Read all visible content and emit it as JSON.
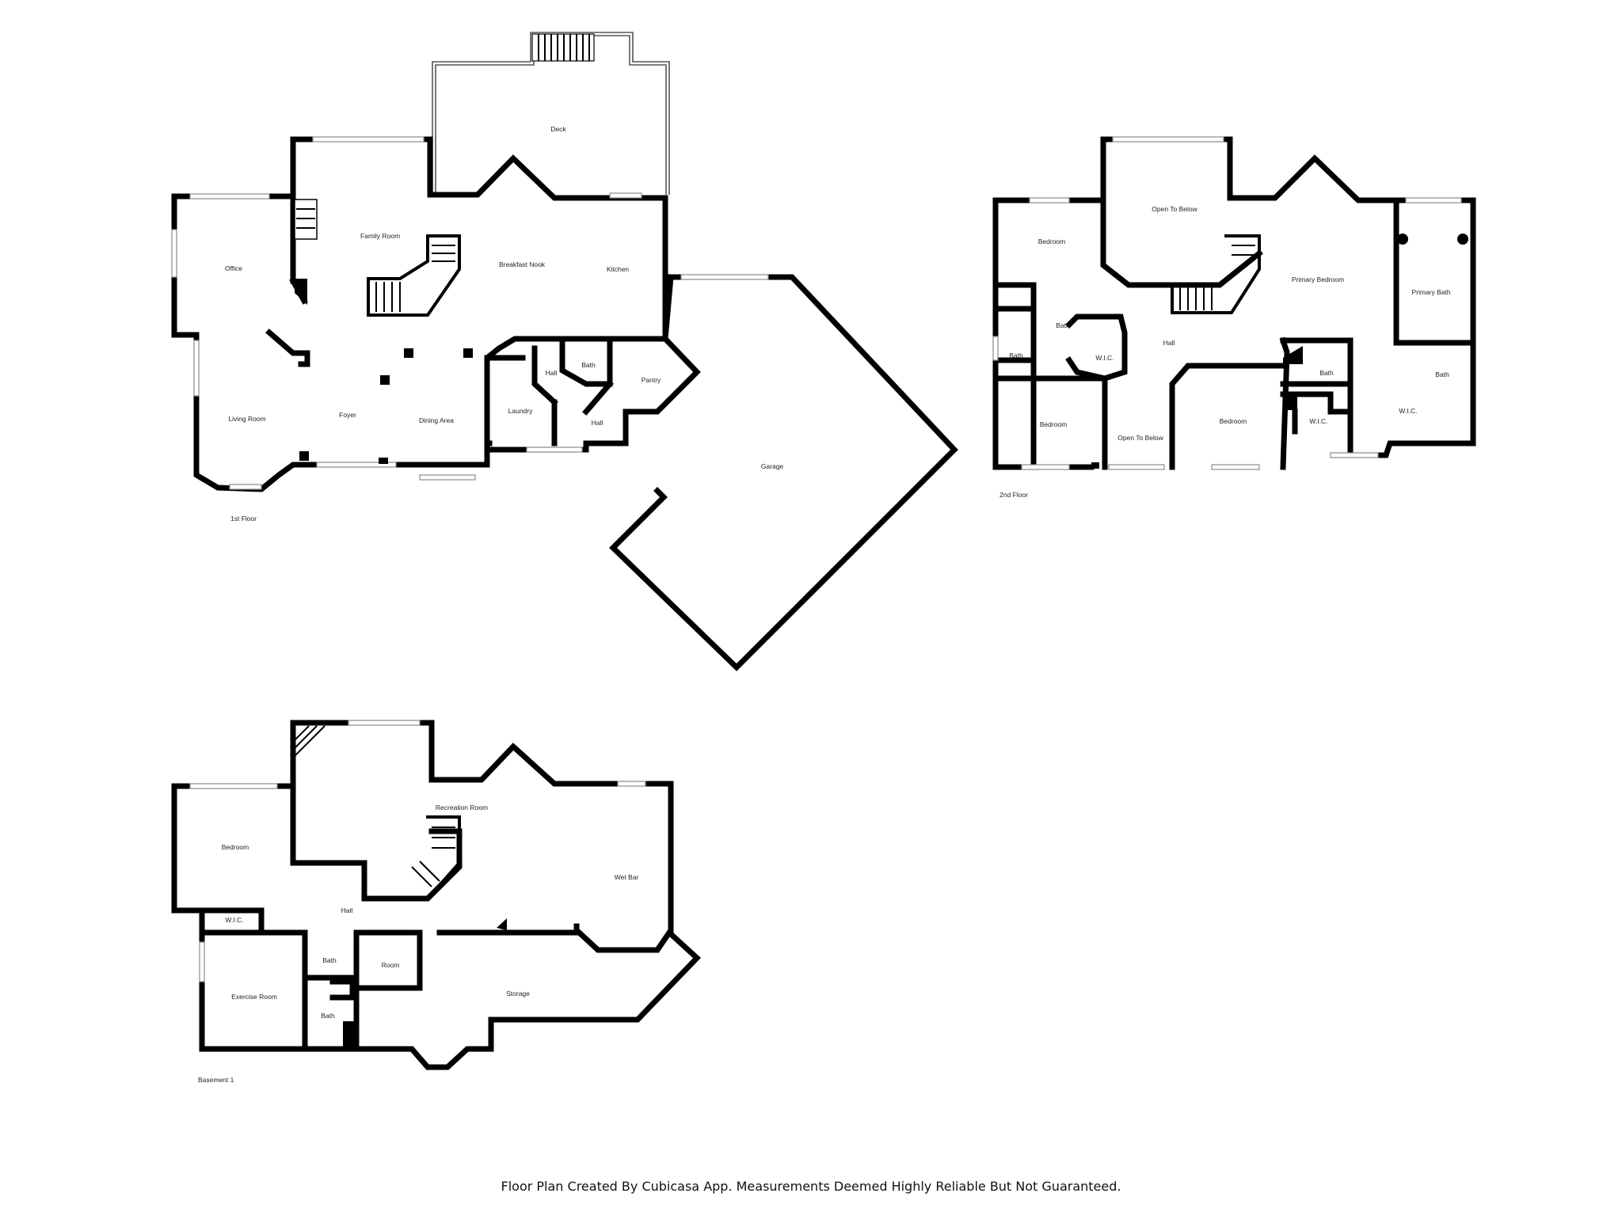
{
  "floors": {
    "first": {
      "label": "1st Floor",
      "rooms": {
        "deck": "Deck",
        "family_room": "Family Room",
        "office": "Office",
        "breakfast_nook": "Breakfast Nook",
        "kitchen": "Kitchen",
        "living_room": "Living Room",
        "foyer": "Foyer",
        "dining_area": "Dining Area",
        "laundry": "Laundry",
        "hall_upper": "Hall",
        "bath": "Bath",
        "pantry": "Pantry",
        "hall_lower": "Hall",
        "garage": "Garage"
      }
    },
    "second": {
      "label": "2nd Floor",
      "rooms": {
        "open_to_below_top": "Open To Below",
        "bedroom_nw": "Bedroom",
        "primary_bedroom": "Primary Bedroom",
        "primary_bath": "Primary Bath",
        "bath_mid": "Bath",
        "bath_small": "Bath",
        "wic_mid": "W.I.C.",
        "hall": "Hall",
        "bath_primary_small": "Bath",
        "bath_east": "Bath",
        "bedroom_sw": "Bedroom",
        "open_to_below_bottom": "Open To Below",
        "bedroom_s": "Bedroom",
        "wic_small": "W.I.C.",
        "wic_east": "W.I.C."
      }
    },
    "basement": {
      "label": "Basement 1",
      "rooms": {
        "recreation_room": "Recreation Room",
        "bedroom": "Bedroom",
        "wet_bar": "Wet Bar",
        "hall": "Hall",
        "wic": "W.I.C.",
        "bath_upper": "Bath",
        "room": "Room",
        "storage": "Storage",
        "exercise_room": "Exercise Room",
        "bath_lower": "Bath"
      }
    }
  },
  "footer": "Floor Plan Created By Cubicasa App. Measurements Deemed Highly Reliable But Not Guaranteed."
}
